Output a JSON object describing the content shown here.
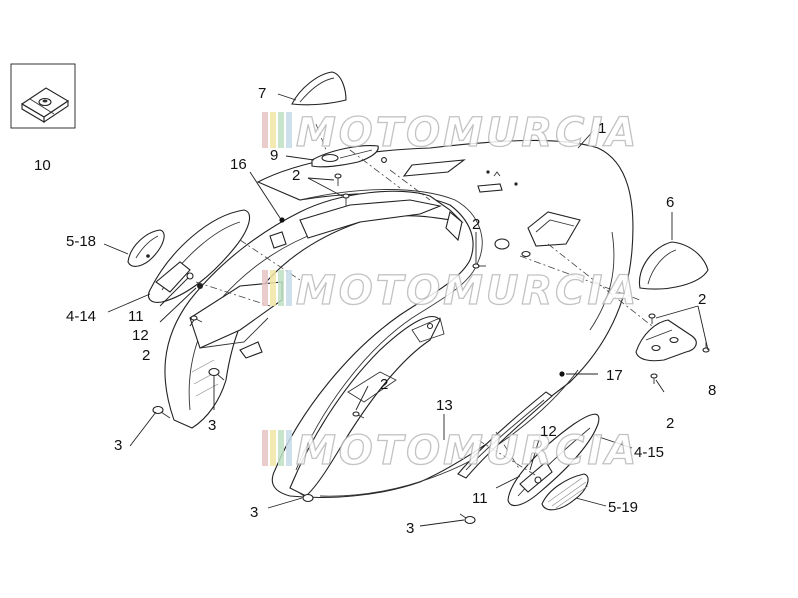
{
  "watermark": {
    "text": "MOTOMURCIA",
    "stripe_colors": [
      "#e8c4c4",
      "#f1e7a4",
      "#bfe0c2",
      "#c5dbe9"
    ]
  },
  "callouts": {
    "c1": "1",
    "c2a": "2",
    "c2b": "2",
    "c2c": "2",
    "c2d": "2",
    "c2e": "2",
    "c2f": "2",
    "c3a": "3",
    "c3b": "3",
    "c3c": "3",
    "c3d": "3",
    "c4_14": "4-14",
    "c4_15": "4-15",
    "c5_18": "5-18",
    "c5_19": "5-19",
    "c6": "6",
    "c7": "7",
    "c8": "8",
    "c9": "9",
    "c10": "10",
    "c11a": "11",
    "c11b": "11",
    "c12a": "12",
    "c12b": "12",
    "c13": "13",
    "c16": "16",
    "c17": "17"
  }
}
